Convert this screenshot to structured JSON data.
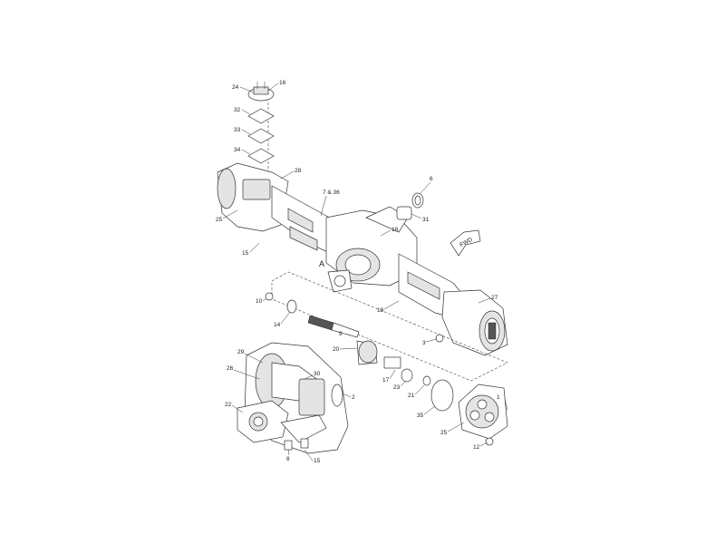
{
  "callouts": {
    "c24": "24",
    "c16": "16",
    "c32": "32",
    "c33": "33",
    "c34": "34",
    "c28": "28",
    "c25": "25",
    "c15a": "15",
    "c7_36": "7 & 36",
    "c6": "6",
    "c31": "31",
    "c18": "18",
    "cA": "A",
    "c10": "10",
    "c14": "14",
    "c19": "19",
    "c27": "27",
    "c3": "3",
    "c20": "20",
    "c9": "9",
    "c29": "29",
    "c26": "26",
    "c30": "30",
    "c17": "17",
    "c23": "23",
    "c21": "21",
    "c2": "2",
    "c22": "22",
    "c35": "35",
    "c25b": "25",
    "c1": "1",
    "c12": "12",
    "c8": "8",
    "c15b": "15"
  },
  "fwd_arrow": {
    "label": "FWD"
  },
  "colors": {
    "line": "#333333",
    "fill": "#ffffff",
    "shade": "#555555"
  }
}
